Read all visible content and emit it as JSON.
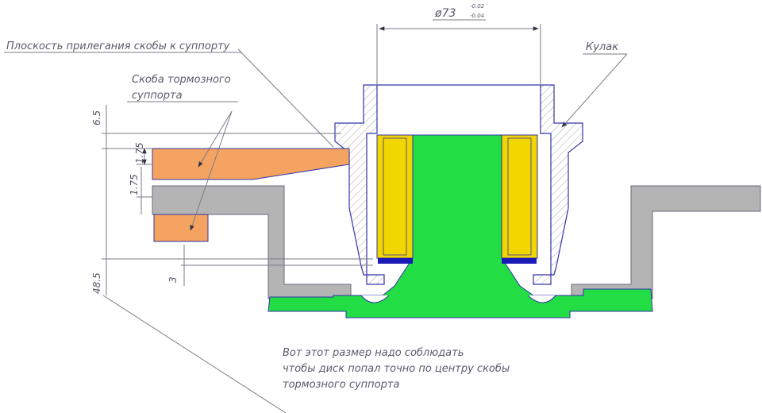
{
  "annotations": {
    "caliper_plane": "Плоскость прилегания скобы к суппорту",
    "bracket_line1": "Скоба тормозного",
    "bracket_line2": "суппорта",
    "knuckle": "Кулак",
    "note_line1": "Вот этот размер надо соблюдать",
    "note_line2": "чтобы диск попал точно по центру скобы",
    "note_line3": "тормозного суппорта"
  },
  "dimensions": {
    "bore_diameter": "ø73",
    "bore_tol_upper": "-0.02",
    "bore_tol_lower": "-0.04",
    "d_6_5": "6.5",
    "d_175_a": "1.75",
    "d_175_b": "1.75",
    "d_3": "3",
    "d_48_5": "48.5"
  },
  "colors": {
    "bracket": "#f4a460",
    "disc": "#b4b4b4",
    "hub": "#22dd44",
    "bearing": "#f2d600",
    "seal": "#1a1ab8",
    "knuckle_hatch": "#9a9a9a",
    "outline": "#3333aa",
    "dim_line": "#7a7a8a"
  }
}
